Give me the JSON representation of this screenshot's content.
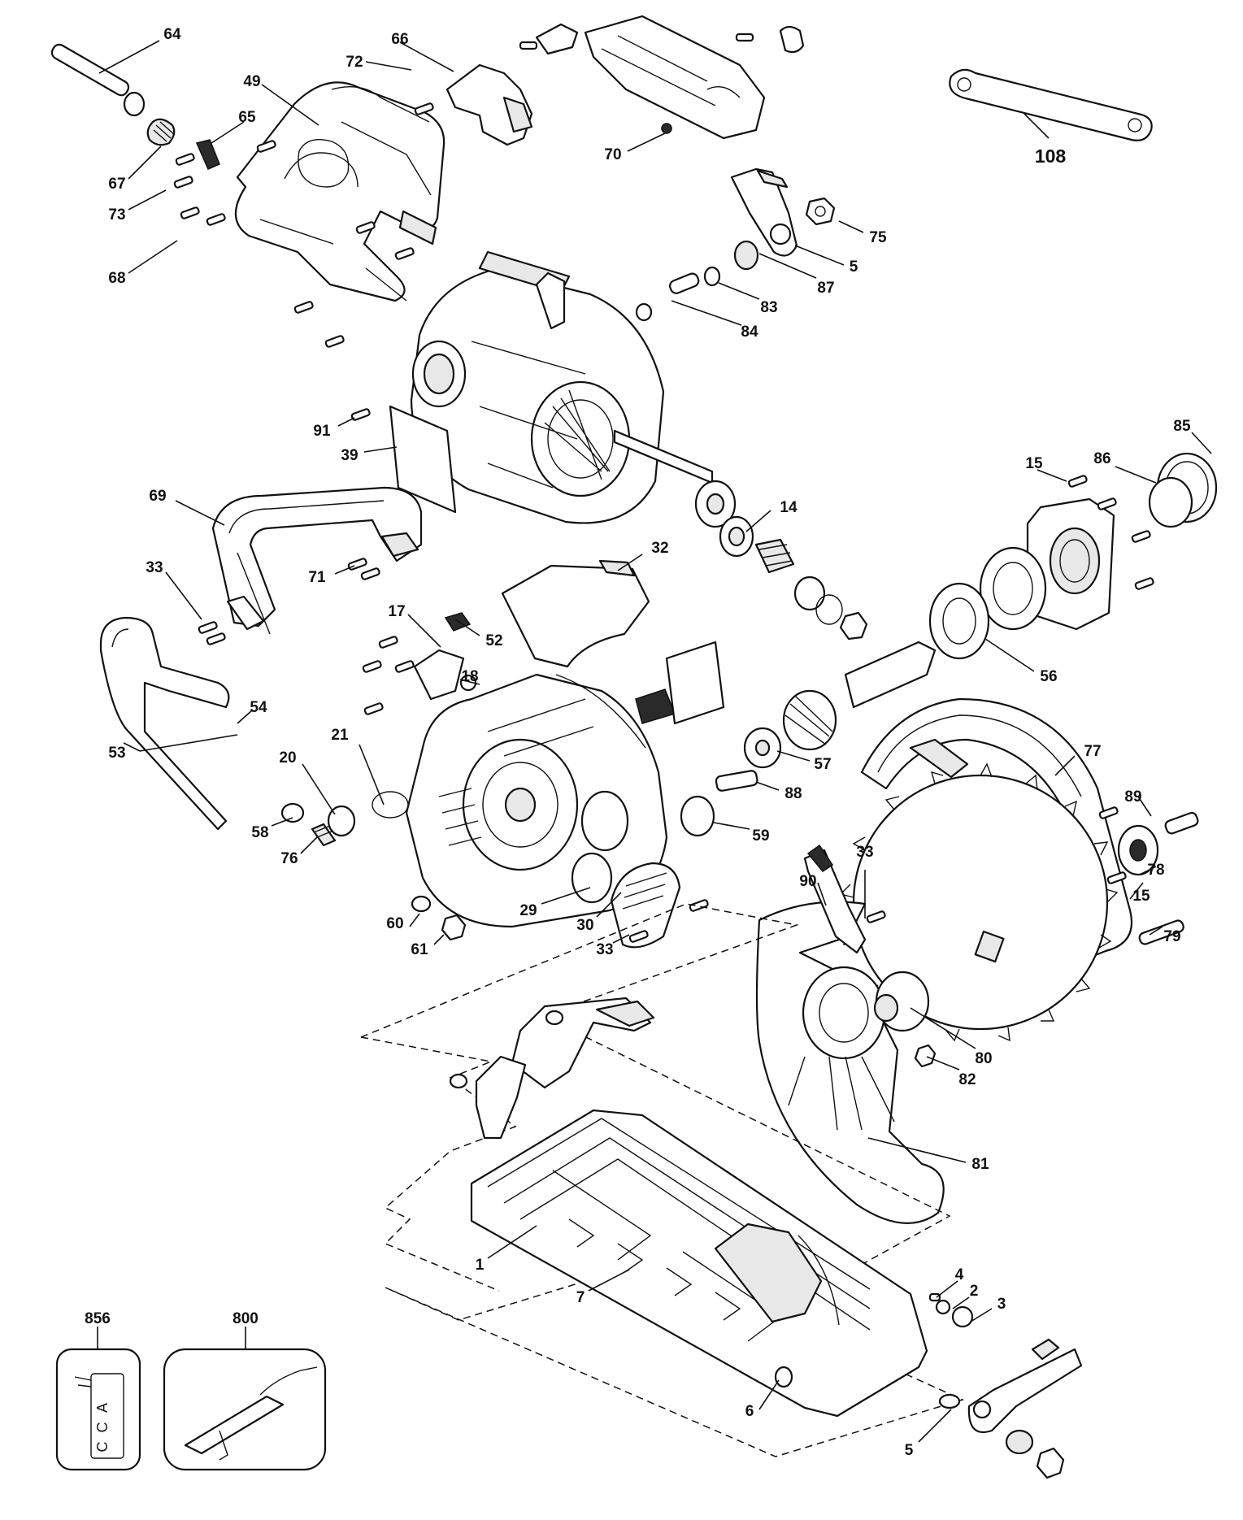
{
  "diagram": {
    "callouts": [
      "64",
      "66",
      "72",
      "49",
      "65",
      "67",
      "73",
      "68",
      "70",
      "108",
      "75",
      "5",
      "87",
      "83",
      "84",
      "91",
      "39",
      "85",
      "15",
      "86",
      "69",
      "14",
      "33",
      "71",
      "32",
      "17",
      "52",
      "18",
      "56",
      "54",
      "53",
      "21",
      "20",
      "57",
      "88",
      "77",
      "58",
      "59",
      "89",
      "76",
      "33",
      "90",
      "78",
      "15",
      "29",
      "30",
      "60",
      "61",
      "33",
      "79",
      "80",
      "82",
      "81",
      "1",
      "7",
      "4",
      "2",
      "3",
      "6",
      "5",
      "856",
      "800"
    ],
    "box_856_text": [
      "A",
      "C",
      "C"
    ]
  }
}
